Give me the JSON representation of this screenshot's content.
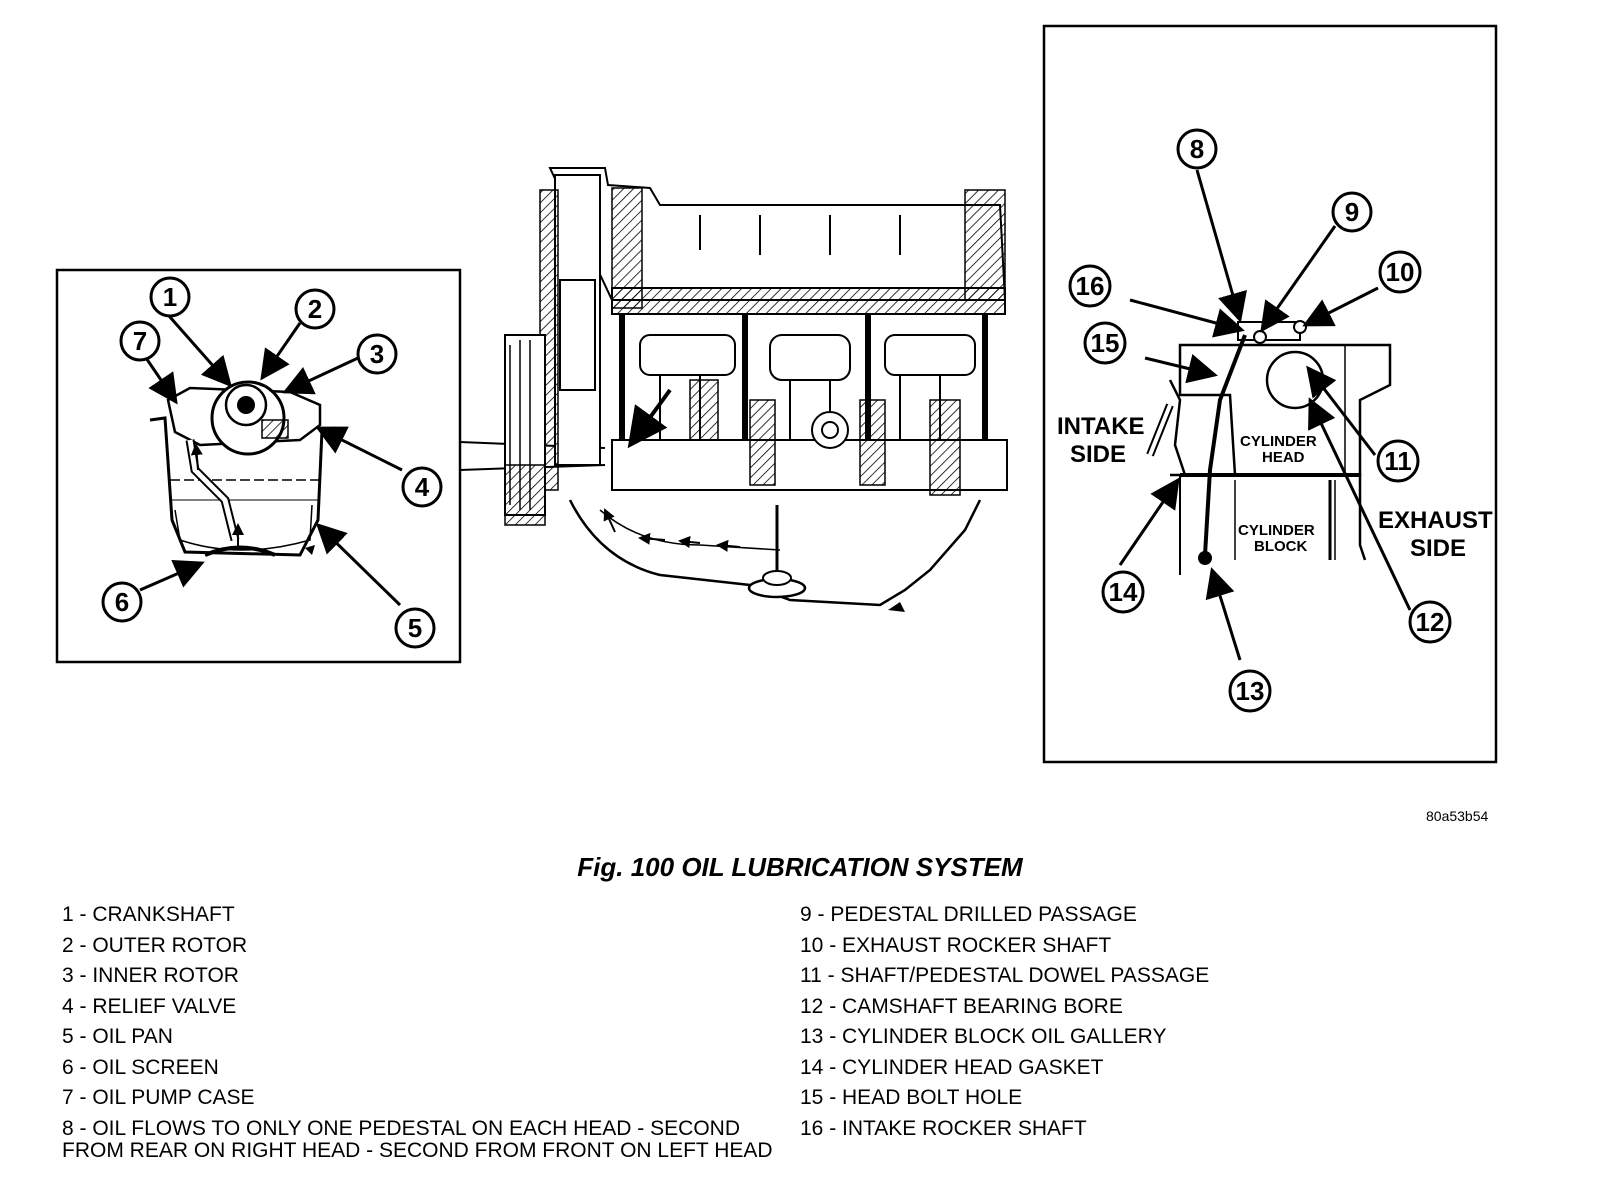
{
  "figure": {
    "code": "80a53b54",
    "title": "Fig. 100 OIL LUBRICATION SYSTEM"
  },
  "diagram": {
    "side_labels": {
      "intake_line1": "INTAKE",
      "intake_line2": "SIDE",
      "exhaust_line1": "EXHAUST",
      "exhaust_line2": "SIDE"
    },
    "part_labels": {
      "cylinder_head_line1": "CYLINDER",
      "cylinder_head_line2": "HEAD",
      "cylinder_block_line1": "CYLINDER",
      "cylinder_block_line2": "BLOCK"
    },
    "callouts": [
      "1",
      "2",
      "3",
      "4",
      "5",
      "6",
      "7",
      "8",
      "9",
      "10",
      "11",
      "12",
      "13",
      "14",
      "15",
      "16"
    ]
  },
  "legend": {
    "left": [
      "1 - CRANKSHAFT",
      "2 - OUTER ROTOR",
      "3 - INNER ROTOR",
      "4 - RELIEF VALVE",
      "5 - OIL PAN",
      "6 - OIL SCREEN",
      "7 - OIL PUMP CASE",
      "8 - OIL FLOWS TO ONLY ONE PEDESTAL ON EACH HEAD - SECOND FROM REAR ON RIGHT HEAD - SECOND FROM FRONT ON LEFT HEAD"
    ],
    "right": [
      "9 - PEDESTAL DRILLED PASSAGE",
      "10 - EXHAUST ROCKER SHAFT",
      "11 - SHAFT/PEDESTAL DOWEL PASSAGE",
      "12 - CAMSHAFT BEARING BORE",
      "13 - CYLINDER BLOCK OIL GALLERY",
      "14 - CYLINDER HEAD GASKET",
      "15 - HEAD BOLT HOLE",
      "16 - INTAKE ROCKER SHAFT"
    ]
  }
}
